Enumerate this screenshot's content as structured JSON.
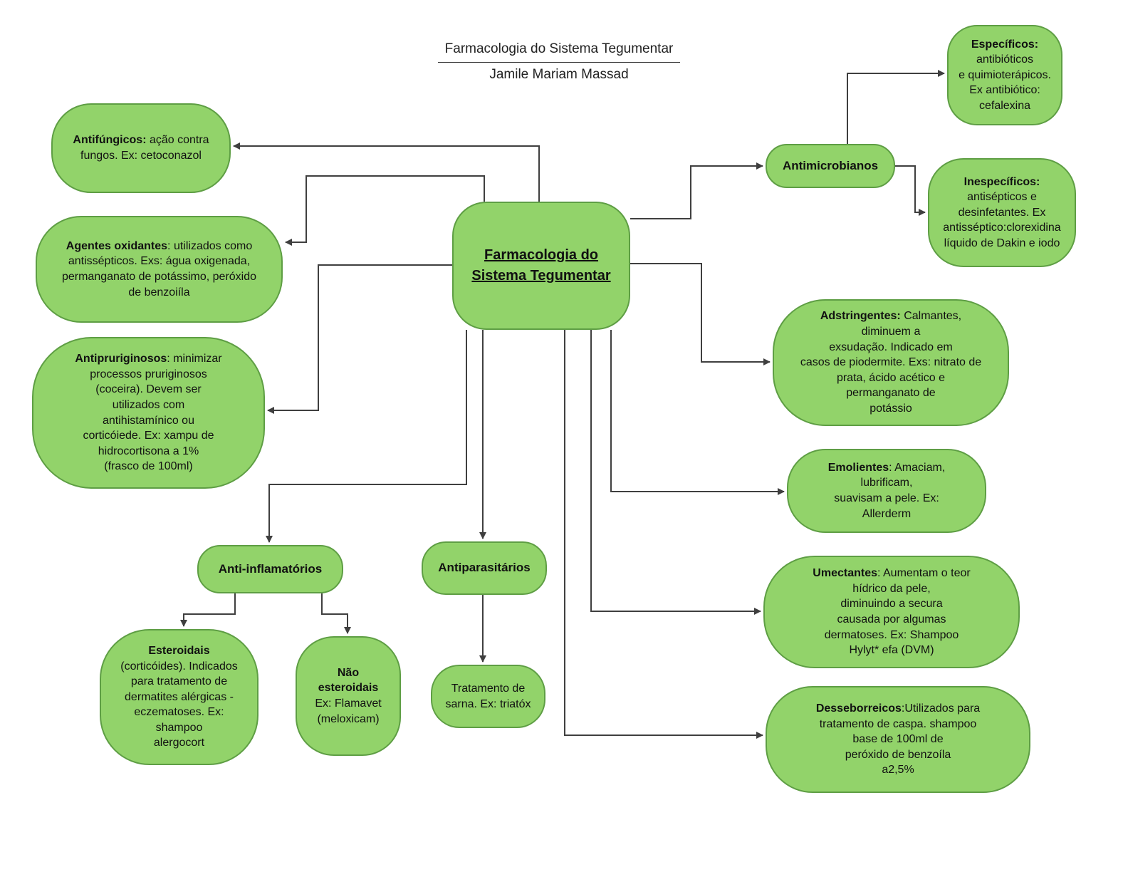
{
  "header": {
    "title": "Farmacologia do Sistema Tegumentar",
    "subtitle": "Jamile Mariam Massad"
  },
  "central": {
    "label": "Farmacologia do\nSistema Tegumentar"
  },
  "nodes": {
    "antifungicos": {
      "bold": "Antifúngicos:",
      "text": " ação contra\nfungos. Ex: cetoconazol"
    },
    "agentes_oxidantes": {
      "bold": "Agentes oxidantes",
      "text": ": utilizados como\nantissépticos. Exs: água oxigenada,\npermanganato de potássimo, peróxido\nde benzoiíla"
    },
    "antipruriginosos": {
      "bold": "Antipruriginosos",
      "text": ": minimizar\nprocessos pruriginosos\n(coceira). Devem ser\nutilizados com\nantihistamínico ou\ncorticóiede. Ex: xampu de\nhidrocortisona a 1%\n(frasco de 100ml)"
    },
    "antimicrobianos": {
      "bold": "Antimicrobianos",
      "text": ""
    },
    "especificos": {
      "bold": "Específicos:",
      "text": "antibióticos\ne quimioterápicos.\nEx antibiótico:\ncefalexina"
    },
    "inespecificos": {
      "bold": "Inespecíficos:",
      "text": "antisépticos e\ndesinfetantes. Ex\nantisséptico:clorexidina\nlíquido de Dakin e iodo"
    },
    "adstringentes": {
      "bold": "Adstringentes:",
      "text": " Calmantes,\ndiminuem a\nexsudação. Indicado em\ncasos de piodermite. Exs: nitrato de\nprata, ácido acético e\npermanganato de\npotássio"
    },
    "emolientes": {
      "bold": "Emolientes",
      "text": ": Amaciam,\nlubrificam,\nsuavisam a pele. Ex:\nAllerderm"
    },
    "umectantes": {
      "bold": "Umectantes",
      "text": ": Aumentam o teor\nhídrico da pele,\ndiminuindo a secura\ncausada por algumas\ndermatoses. Ex: Shampoo\nHylyt* efa (DVM)"
    },
    "desseborreicos": {
      "bold": "Desseborreicos",
      "text": ":Utilizados para\ntratamento de caspa. shampoo\nbase de 100ml de\nperóxido de benzoíla\na2,5%"
    },
    "anti_inflamatorios": {
      "bold": "Anti-inflamatórios",
      "text": ""
    },
    "antiparasitarios": {
      "bold": "Antiparasitários",
      "text": ""
    },
    "esteroidais": {
      "bold": "Esteroidais",
      "text": "(corticóides). Indicados\npara tratamento de\ndermatites alérgicas -\neczematoses. Ex:\nshampoo\nalergocort"
    },
    "nao_esteroidais": {
      "bold": "Não esteroidais",
      "text": "Ex: Flamavet\n(meloxicam)"
    },
    "tratamento_sarna": {
      "bold": "",
      "text": "Tratamento de\nsarna. Ex: triatóx"
    }
  },
  "colors": {
    "node_fill": "#92D36A",
    "node_stroke": "#5E9E44",
    "connector": "#3F3F3F",
    "text": "#111111"
  }
}
